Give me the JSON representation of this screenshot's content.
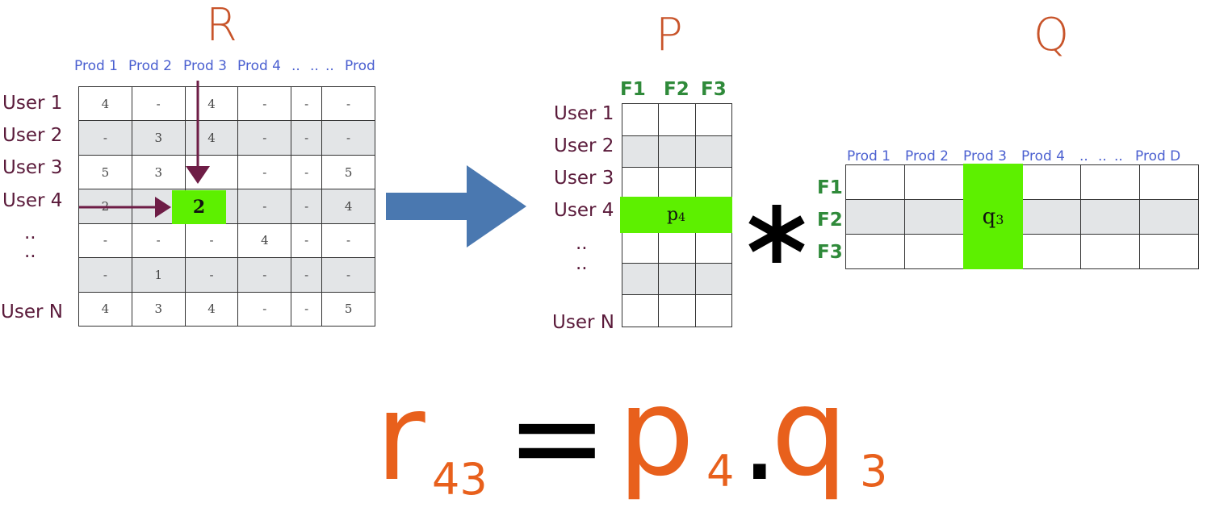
{
  "labels": {
    "r": "R",
    "p": "P",
    "q": "Q"
  },
  "r_matrix": {
    "columns": [
      "Prod 1",
      "Prod 2",
      "Prod 3",
      "Prod 4",
      "..",
      "..",
      "..",
      "Prod"
    ],
    "rows": [
      "User 1",
      "User 2",
      "User 3",
      "User 4",
      "..",
      "..",
      "User N"
    ],
    "cells": [
      [
        "4",
        "-",
        "4",
        "-",
        "-",
        "-"
      ],
      [
        "-",
        "3",
        "4",
        "-",
        "-",
        "-"
      ],
      [
        "5",
        "3",
        "",
        "-",
        "-",
        "5"
      ],
      [
        "2",
        "",
        "2",
        "-",
        "-",
        "4"
      ],
      [
        "-",
        "-",
        "-",
        "4",
        "-",
        "-"
      ],
      [
        "-",
        "1",
        "-",
        "-",
        "-",
        "-"
      ],
      [
        "4",
        "3",
        "4",
        "-",
        "-",
        "5"
      ]
    ],
    "highlight_value": "2"
  },
  "p_matrix": {
    "factors": [
      "F1",
      "F2",
      "F3"
    ],
    "rows": [
      "User 1",
      "User 2",
      "User 3",
      "User 4",
      "..",
      "..",
      "User N"
    ],
    "highlight_label": "p",
    "highlight_sub": "4"
  },
  "operator": "*",
  "q_matrix": {
    "columns": [
      "Prod 1",
      "Prod 2",
      "Prod 3",
      "Prod 4",
      "..",
      "..",
      "..",
      "Prod D"
    ],
    "factors": [
      "F1",
      "F2",
      "F3"
    ],
    "highlight_label": "q",
    "highlight_sub": "3"
  },
  "formula": {
    "lhs": "r",
    "lhs_sub": "43",
    "eq": "=",
    "p": "p",
    "p_sub": "4",
    "dot": ".",
    "q": "q",
    "q_sub": "3"
  },
  "colors": {
    "accent_orange": "#e8601c",
    "highlight_green": "#5df000",
    "arrow_blue": "#4a78b0",
    "pointer_maroon": "#6e1d46"
  }
}
